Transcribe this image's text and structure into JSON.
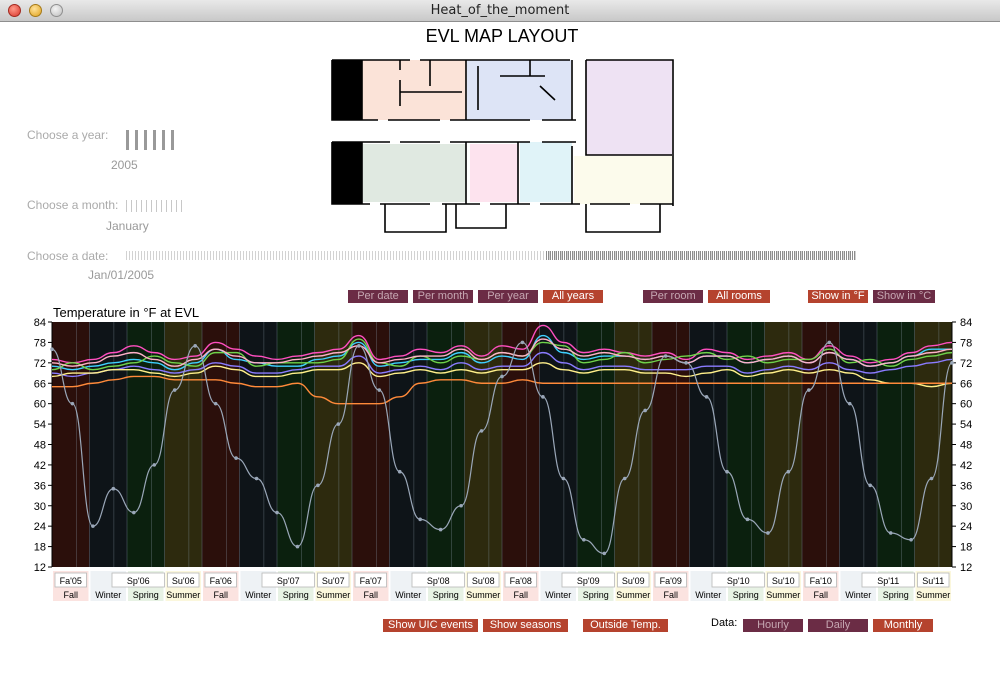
{
  "window": {
    "title": "Heat_of_the_moment"
  },
  "map": {
    "title": "EVL MAP LAYOUT"
  },
  "controls": {
    "year_label": "Choose a year:",
    "year_value": "2005",
    "month_label": "Choose a month:",
    "month_value": "January",
    "date_label": "Choose a date:",
    "date_value": "Jan/01/2005"
  },
  "filters": {
    "per_date": "Per date",
    "per_month": "Per month",
    "per_year": "Per year",
    "all_years": "All years",
    "per_room": "Per room",
    "all_rooms": "All rooms",
    "show_f": "Show in °F",
    "show_c": "Show in °C"
  },
  "bottom": {
    "uic_events": "Show UIC events",
    "seasons": "Show seasons",
    "outside_temp": "Outside Temp.",
    "data_label": "Data:",
    "hourly": "Hourly",
    "daily": "Daily",
    "monthly": "Monthly"
  },
  "colors": {
    "button_on": "#b5432e",
    "button_off": "#6b2c45",
    "fall": "#2b0f0b",
    "winter": "#0e1418",
    "spring": "#0b200e",
    "summer": "#2d2a0e"
  },
  "chart_data": {
    "type": "line",
    "title": "Temperature in °F at EVL",
    "ylim": [
      12,
      84
    ],
    "yticks": [
      12,
      18,
      24,
      30,
      36,
      42,
      48,
      54,
      60,
      66,
      72,
      78,
      84
    ],
    "season_labels": [
      "Fa'05",
      "Sp'06",
      "Su'06",
      "Fa'06",
      "Sp'07",
      "Su'07",
      "Fa'07",
      "Sp'08",
      "Su'08",
      "Fa'08",
      "Sp'09",
      "Su'09",
      "Fa'09",
      "Sp'10",
      "Su'10",
      "Fa'10",
      "Sp'11",
      "Su'11"
    ],
    "season_names": [
      "Fall",
      "Winter",
      "Spring",
      "Summer",
      "Fall",
      "Winter",
      "Spring",
      "Summer",
      "Fall",
      "Winter",
      "Spring",
      "Summer",
      "Fall",
      "Winter",
      "Spring",
      "Summer",
      "Fall",
      "Winter",
      "Spring",
      "Summer",
      "Fall",
      "Winter",
      "Spring",
      "Summer"
    ],
    "series": [
      {
        "color": "#ff4fc0",
        "values": [
          73,
          72,
          73,
          75,
          77,
          75,
          73,
          74,
          78,
          76,
          74,
          73,
          74,
          75,
          76,
          80,
          73,
          74,
          76,
          75,
          77,
          74,
          77,
          76,
          83,
          78,
          75,
          76,
          75,
          74,
          75,
          73,
          76,
          75,
          73,
          74,
          75,
          73,
          77,
          74,
          72,
          73,
          75,
          77,
          78
        ]
      },
      {
        "color": "#3fd0ff",
        "values": [
          71,
          70,
          71,
          72,
          73,
          72,
          70,
          72,
          76,
          73,
          72,
          71,
          71,
          73,
          74,
          78,
          71,
          72,
          73,
          73,
          75,
          72,
          74,
          73,
          80,
          75,
          73,
          74,
          74,
          73,
          74,
          72,
          74,
          74,
          72,
          73,
          74,
          72,
          75,
          73,
          71,
          72,
          74,
          76,
          76
        ]
      },
      {
        "color": "#6fd24a",
        "values": [
          70,
          72,
          70,
          71,
          72,
          74,
          72,
          71,
          75,
          75,
          71,
          72,
          72,
          72,
          73,
          79,
          72,
          71,
          74,
          72,
          74,
          73,
          75,
          74,
          78,
          77,
          72,
          73,
          75,
          72,
          73,
          74,
          75,
          73,
          74,
          72,
          73,
          73,
          76,
          72,
          73,
          71,
          73,
          74,
          75
        ]
      },
      {
        "color": "#8a7bff",
        "values": [
          69,
          68,
          69,
          70,
          71,
          70,
          69,
          70,
          72,
          71,
          69,
          69,
          70,
          71,
          71,
          74,
          69,
          70,
          71,
          70,
          72,
          70,
          71,
          71,
          75,
          72,
          70,
          71,
          71,
          70,
          70,
          70,
          71,
          71,
          69,
          70,
          71,
          70,
          72,
          70,
          69,
          70,
          71,
          72,
          73
        ]
      },
      {
        "color": "#ffb0c8",
        "values": [
          72,
          71,
          72,
          74,
          75,
          73,
          71,
          73,
          76,
          74,
          72,
          72,
          73,
          74,
          75,
          77,
          72,
          73,
          74,
          74,
          76,
          73,
          75,
          74,
          79,
          76,
          74,
          75,
          74,
          73,
          74,
          72,
          74,
          74,
          72,
          73,
          74,
          72,
          75,
          73,
          71,
          72,
          74,
          75,
          76
        ]
      },
      {
        "color": "#fff08a",
        "values": [
          68,
          69,
          69,
          70,
          70,
          69,
          68,
          69,
          71,
          70,
          68,
          68,
          69,
          70,
          70,
          72,
          68,
          69,
          70,
          69,
          70,
          69,
          70,
          70,
          72,
          70,
          69,
          70,
          70,
          69,
          69,
          68,
          69,
          70,
          68,
          69,
          70,
          69,
          70,
          69,
          67,
          66,
          66,
          65,
          66
        ]
      },
      {
        "color": "#ff8a3a",
        "values": [
          65,
          65,
          66,
          67,
          68,
          68,
          67,
          67,
          67,
          66,
          65,
          65,
          66,
          62,
          60,
          60,
          60,
          62,
          66,
          67,
          67,
          66,
          66,
          67,
          66,
          66,
          66,
          66,
          66,
          66,
          66,
          66,
          66,
          66,
          66,
          66,
          66,
          66,
          66,
          66,
          66,
          66,
          66,
          66,
          66
        ]
      },
      {
        "color": "#9aa7b8",
        "name": "Outside",
        "values": [
          76,
          60,
          24,
          35,
          28,
          42,
          64,
          77,
          60,
          44,
          38,
          28,
          18,
          36,
          54,
          77,
          64,
          40,
          26,
          23,
          30,
          52,
          68,
          78,
          62,
          38,
          20,
          16,
          38,
          58,
          74,
          72,
          62,
          40,
          26,
          22,
          40,
          64,
          78,
          60,
          36,
          22,
          20,
          38,
          72
        ]
      }
    ]
  }
}
